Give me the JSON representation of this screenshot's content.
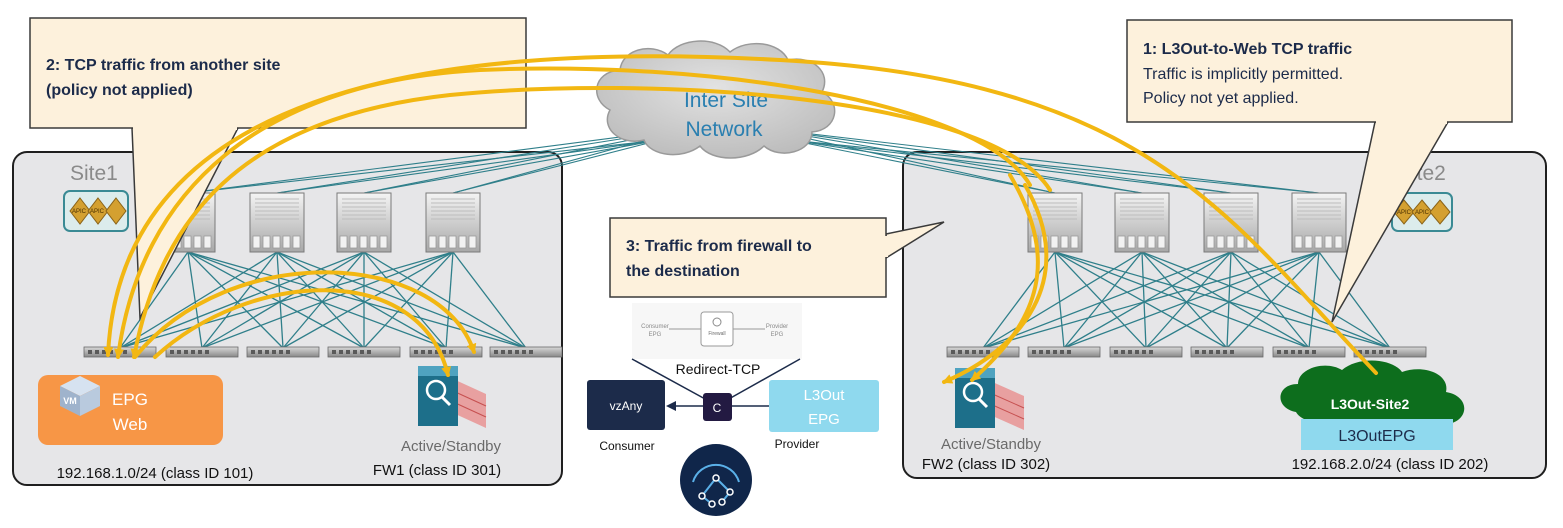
{
  "sites": {
    "site1": {
      "label": "Site1",
      "subnet": "192.168.1.0/24 (class ID 101)"
    },
    "site2": {
      "label": "Site2",
      "subnet": "192.168.2.0/24 (class ID 202)"
    }
  },
  "isn": {
    "line1": "Inter Site",
    "line2": "Network"
  },
  "apic_label": "APIC",
  "callouts": {
    "c1": {
      "title": "1: L3Out-to-Web TCP traffic",
      "line1": "Traffic is implicitly permitted.",
      "line2": "Policy not yet applied."
    },
    "c2": {
      "line1": "2: TCP traffic from another site",
      "line2": "(policy not applied)"
    },
    "c3": {
      "line1": "3: Traffic from firewall to",
      "line2": "the destination"
    }
  },
  "epg_web": {
    "line1": "EPG",
    "line2": "Web",
    "vm": "VM"
  },
  "fw1": {
    "state": "Active/Standby",
    "label": "FW1 (class ID 301)"
  },
  "fw2": {
    "state": "Active/Standby",
    "label": "FW2 (class ID 302)"
  },
  "l3out_site2": {
    "cloud": "L3Out-Site2",
    "epg": "L3OutEPG"
  },
  "contract": {
    "sg_consumer_l1": "Consumer",
    "sg_consumer_l2": "EPG",
    "sg_firewall": "Firewall",
    "sg_provider_l1": "Provider",
    "sg_provider_l2": "EPG",
    "redirect": "Redirect-TCP",
    "vzany": "vzAny",
    "c": "C",
    "l3out_l1": "L3Out",
    "l3out_l2": "EPG",
    "consumer": "Consumer",
    "provider": "Provider"
  },
  "colors": {
    "traffic": "#f2b712",
    "link": "#2f7f8a",
    "callout_fill": "#fdf1dc",
    "site_fill": "#e6e6e8",
    "epg_orange": "#f79646",
    "l3out_green": "#0d6e1d",
    "l3outepg_cyan": "#8fd9ee",
    "vzany_navy": "#1c2b4a",
    "isn_text": "#2a7fb0"
  }
}
